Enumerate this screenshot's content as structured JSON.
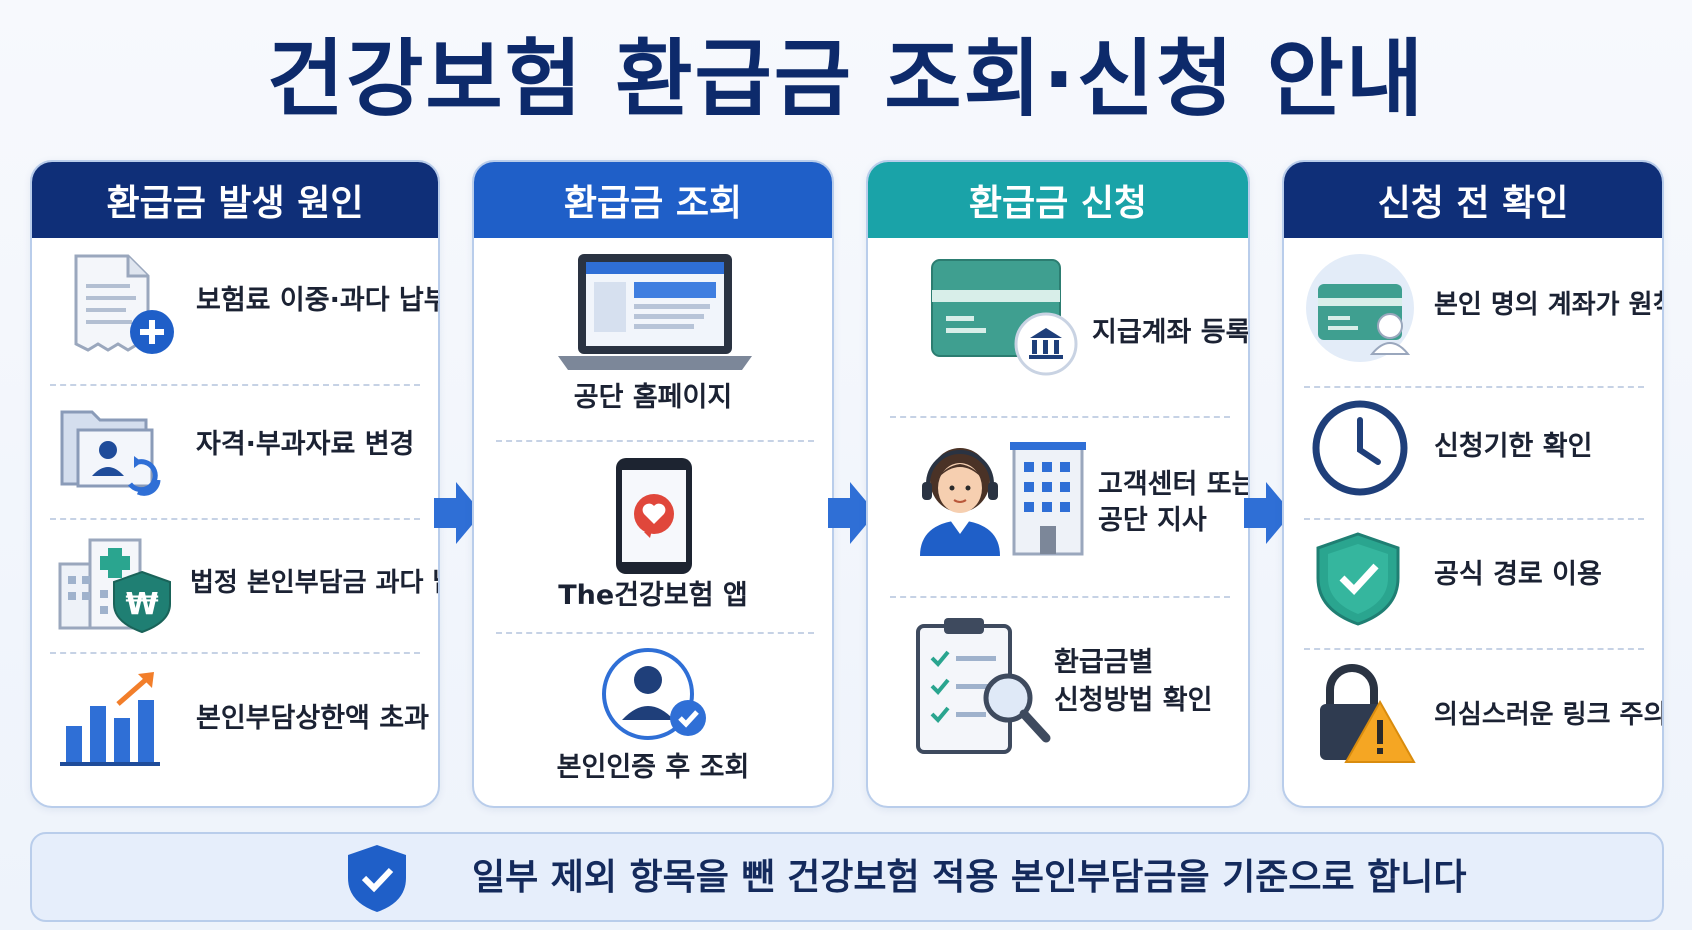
{
  "title": "건강보험 환급금 조회·신청 안내",
  "columns": [
    {
      "header": "환급금 발생 원인",
      "items": [
        {
          "label": "보험료 이중·과다 납부",
          "icon": "document-plus-icon"
        },
        {
          "label": "자격·부과자료 변경",
          "icon": "folder-user-refresh-icon"
        },
        {
          "label": "법정 본인부담금 과다 납부",
          "icon": "hospital-won-shield-icon"
        },
        {
          "label": "본인부담상한액 초과",
          "icon": "bar-chart-up-icon"
        }
      ]
    },
    {
      "header": "환급금 조회",
      "items": [
        {
          "label": "공단 홈페이지",
          "icon": "laptop-icon"
        },
        {
          "label": "The건강보험 앱",
          "icon": "smartphone-heart-icon"
        },
        {
          "label": "본인인증 후 조회",
          "icon": "user-check-icon"
        }
      ]
    },
    {
      "header": "환급금 신청",
      "items": [
        {
          "label": "지급계좌 등록",
          "icon": "card-bank-icon"
        },
        {
          "label_line1": "고객센터 또는",
          "label_line2": "공단 지사",
          "icon": "agent-building-icon"
        },
        {
          "label_line1": "환급금별",
          "label_line2": "신청방법 확인",
          "icon": "clipboard-search-icon"
        }
      ]
    },
    {
      "header": "신청 전 확인",
      "items": [
        {
          "label": "본인 명의 계좌가 원칙",
          "icon": "card-user-icon"
        },
        {
          "label": "신청기한 확인",
          "icon": "clock-icon"
        },
        {
          "label": "공식 경로 이용",
          "icon": "shield-check-icon"
        },
        {
          "label": "의심스러운 링크 주의",
          "icon": "lock-warning-icon"
        }
      ]
    }
  ],
  "banner": {
    "text": "일부 제외 항목을 뺀 건강보험 적용 본인부담금을 기준으로 합니다",
    "icon": "shield-check-icon"
  },
  "colors": {
    "navy": "#0f2f78",
    "blue": "#1f5fc8",
    "teal": "#1aa3a8",
    "arrow": "#2f6fd6"
  }
}
